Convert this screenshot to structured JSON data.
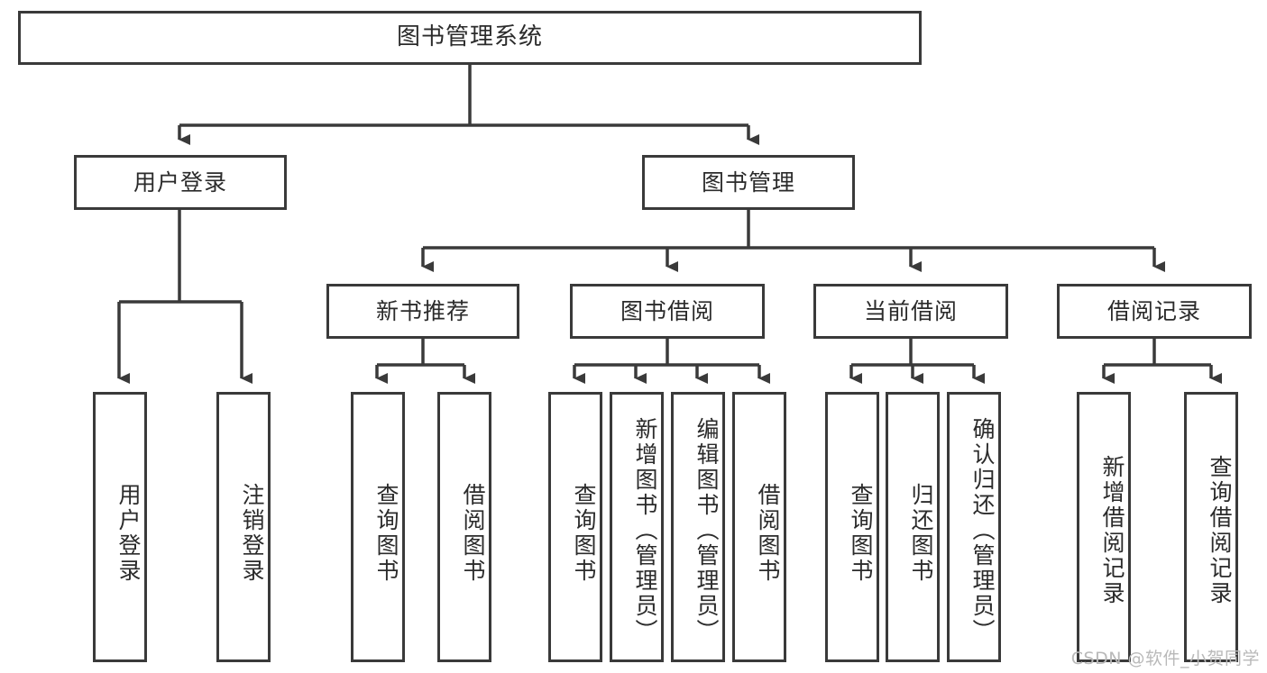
{
  "diagram": {
    "title": "图书管理系统",
    "type": "tree-hierarchy",
    "root": {
      "id": "root",
      "label": "图书管理系统"
    },
    "level2": [
      {
        "id": "user-login",
        "label": "用户登录"
      },
      {
        "id": "book-manage",
        "label": "图书管理"
      }
    ],
    "level3": [
      {
        "id": "new-book-rec",
        "label": "新书推荐",
        "parent": "book-manage"
      },
      {
        "id": "book-borrow",
        "label": "图书借阅",
        "parent": "book-manage"
      },
      {
        "id": "current-borrow",
        "label": "当前借阅",
        "parent": "book-manage"
      },
      {
        "id": "borrow-record",
        "label": "借阅记录",
        "parent": "book-manage"
      }
    ],
    "leaves": {
      "user_login": [
        {
          "id": "leaf-user-login",
          "label": "用户登录"
        },
        {
          "id": "leaf-logout",
          "label": "注销登录"
        }
      ],
      "new_book_rec": [
        {
          "id": "leaf-query-book-1",
          "label": "查询图书"
        },
        {
          "id": "leaf-borrow-book-1",
          "label": "借阅图书"
        }
      ],
      "book_borrow": [
        {
          "id": "leaf-query-book-2",
          "label": "查询图书"
        },
        {
          "id": "leaf-add-book",
          "label": "新增图书（管理员）"
        },
        {
          "id": "leaf-edit-book",
          "label": "编辑图书（管理员）"
        },
        {
          "id": "leaf-borrow-book-2",
          "label": "借阅图书"
        }
      ],
      "current_borrow": [
        {
          "id": "leaf-query-book-3",
          "label": "查询图书"
        },
        {
          "id": "leaf-return-book",
          "label": "归还图书"
        },
        {
          "id": "leaf-confirm-return",
          "label": "确认归还（管理员）"
        }
      ],
      "borrow_record": [
        {
          "id": "leaf-add-record",
          "label": "新增借阅记录"
        },
        {
          "id": "leaf-query-record",
          "label": "查询借阅记录"
        }
      ]
    },
    "colors": {
      "stroke": "#3a3a3a",
      "text": "#2b2b2b",
      "background": "#ffffff",
      "watermark": "#b9b9b9"
    }
  },
  "watermark": {
    "text": "CSDN @软件_小贺同学"
  }
}
